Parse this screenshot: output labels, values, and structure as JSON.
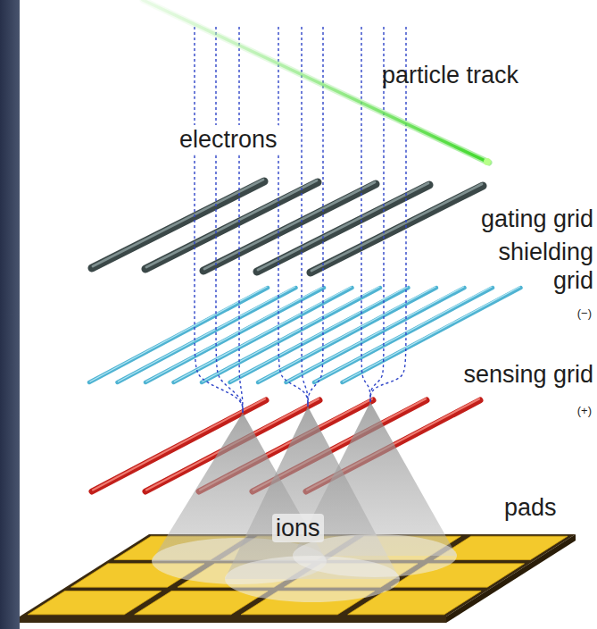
{
  "diagram": {
    "labels": [
      "particle track",
      "electrons",
      "gating grid",
      "shielding grid",
      "(−)",
      "sensing grid",
      "(+)",
      "ions",
      "pads"
    ]
  }
}
